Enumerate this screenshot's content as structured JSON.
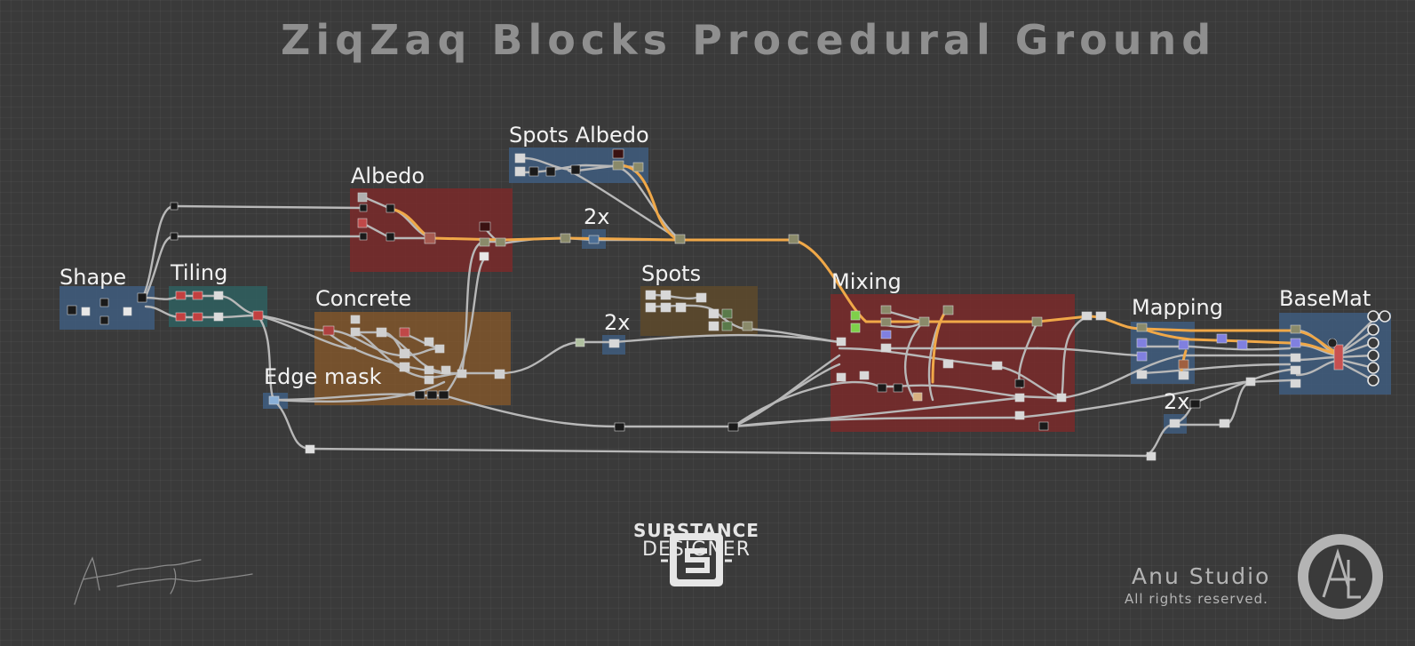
{
  "title": "ZiqZaq Blocks Procedural Ground",
  "frames": {
    "shape": "Shape",
    "tiling": "Tiling",
    "concrete": "Concrete",
    "edge_mask": "Edge mask",
    "albedo": "Albedo",
    "spots_albedo": "Spots Albedo",
    "spots": "Spots",
    "mixing": "Mixing",
    "mapping": "Mapping",
    "basemat": "BaseMat"
  },
  "multipliers": {
    "albedo_2x": "2x",
    "spots_2x": "2x",
    "mapping_2x": "2x"
  },
  "logo": {
    "line1": "SUBSTANCE",
    "line2": "DESIGNER"
  },
  "studio": {
    "name": "Anu Studio",
    "rights": "All rights reserved.",
    "signature": "Anurag Tiwari"
  },
  "colors": {
    "blue_frame": "#3f5d7f",
    "red_frame": "#7a2a2a",
    "teal_frame": "#2f6060",
    "orange_frame": "#8a5a2a",
    "brown_frame": "#5e4a2c",
    "wire": "#b8b8b8",
    "color_wire": "#f0a848"
  },
  "icons": [
    "substance-designer-icon",
    "anu-studio-icon",
    "signature-icon"
  ]
}
